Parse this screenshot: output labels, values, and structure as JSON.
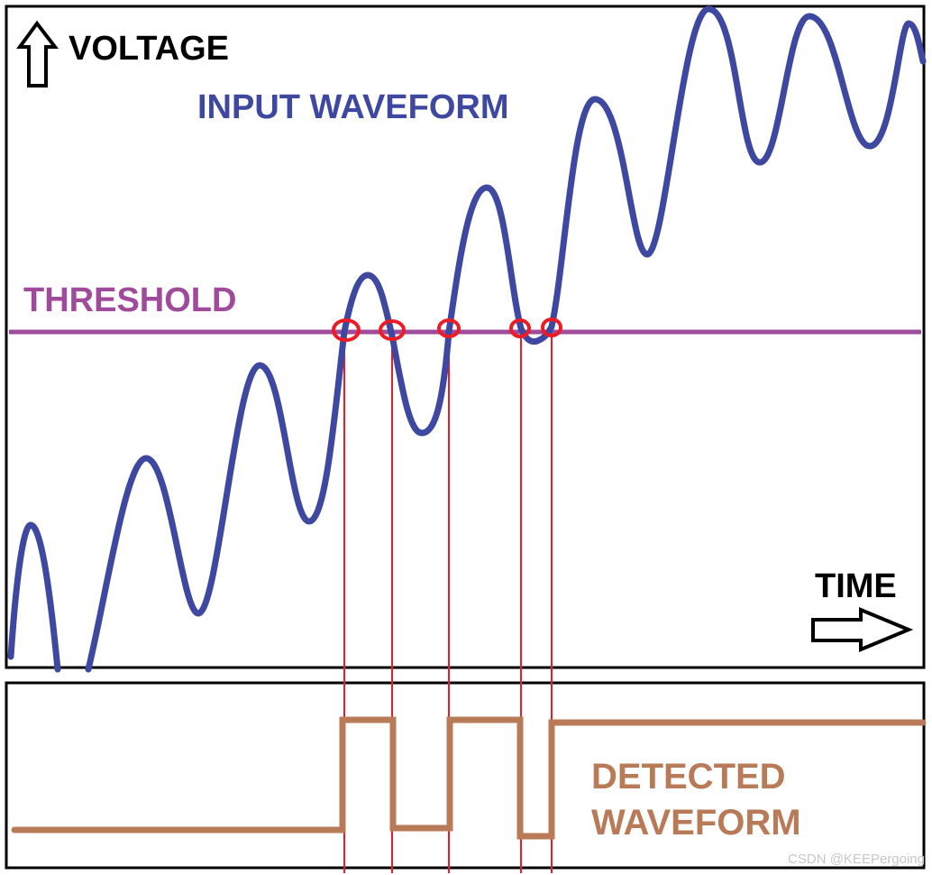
{
  "labels": {
    "voltage": "VOLTAGE",
    "input_waveform": "INPUT WAVEFORM",
    "threshold": "THRESHOLD",
    "time": "TIME",
    "detected_line1": "DETECTED",
    "detected_line2": "WAVEFORM",
    "watermark": "CSDN @KEEPergoing"
  },
  "colors": {
    "input_waveform": "#3f48a0",
    "threshold": "#a04a9c",
    "detected_waveform": "#b97a57",
    "crossing_marker": "#ed1c24",
    "frame": "#000000",
    "watermark": "#c8c8c8"
  },
  "icons": {
    "voltage_arrow": "up-arrow-icon",
    "time_arrow": "right-arrow-icon"
  },
  "detected_levels": [
    "low",
    "high",
    "low",
    "high",
    "low",
    "high"
  ]
}
